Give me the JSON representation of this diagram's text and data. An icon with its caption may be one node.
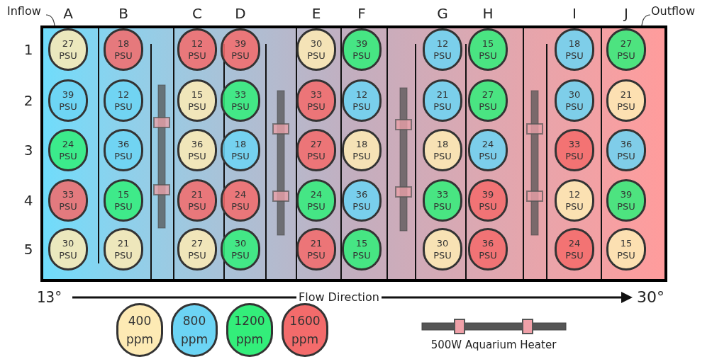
{
  "diagram": {
    "nodes": [
      {
        "text": [
          "Inflow"
        ]
      },
      {
        "text": [
          "Outflow"
        ]
      },
      {
        "text": [],
        "shape": "box"
      },
      {
        "text": [
          "27 PSU"
        ],
        "in": 2
      },
      {
        "text": [
          "18 PSU"
        ],
        "in": 2
      },
      {
        "text": [
          "12 PSU"
        ],
        "in": 2
      },
      {
        "text": [
          "39 PSU"
        ],
        "in": 2
      },
      {
        "text": [
          "30 PSU"
        ],
        "in": 2
      },
      {
        "text": [
          "39 PSU"
        ],
        "in": 2
      },
      {
        "text": [
          "12 PSU"
        ],
        "in": 2
      },
      {
        "text": [
          "15 PSU"
        ],
        "in": 2
      },
      {
        "text": [
          "18 PSU"
        ],
        "in": 2
      },
      {
        "text": [
          "27 PSU"
        ],
        "in": 2
      },
      {
        "text": [
          "39 PSU"
        ],
        "in": 2
      },
      {
        "text": [
          "12 PSU"
        ],
        "in": 2
      },
      {
        "text": [
          "15 PSU"
        ],
        "in": 2
      },
      {
        "text": [
          "33 PSU"
        ],
        "in": 2
      },
      {
        "text": [
          "33 PSU"
        ],
        "in": 2
      },
      {
        "text": [
          "12 PSU"
        ],
        "in": 2
      },
      {
        "text": [
          "21 PSU"
        ],
        "in": 2
      },
      {
        "text": [
          "27 PSU"
        ],
        "in": 2
      },
      {
        "text": [
          "30 PSU"
        ],
        "in": 2
      },
      {
        "text": [
          "21 PSU"
        ],
        "in": 2
      },
      {
        "text": [
          "24 PSU"
        ],
        "in": 2
      },
      {
        "text": [
          "36 PSU"
        ],
        "in": 2
      },
      {
        "text": [
          "36 PSU"
        ],
        "in": 2
      },
      {
        "text": [
          "18 PSU"
        ],
        "in": 2
      },
      {
        "text": [
          "27 PSU"
        ],
        "in": 2
      },
      {
        "text": [
          "18 PSU"
        ],
        "in": 2
      },
      {
        "text": [
          "18 PSU"
        ],
        "in": 2
      },
      {
        "text": [
          "24 PSU"
        ],
        "in": 2
      },
      {
        "text": [
          "33 PSU"
        ],
        "in": 2
      },
      {
        "text": [
          "36 PSU"
        ],
        "in": 2
      },
      {
        "text": [
          "33 PSU"
        ],
        "in": 2
      },
      {
        "text": [
          "15 PSU"
        ],
        "in": 2
      },
      {
        "text": [
          "21 PSU"
        ],
        "in": 2
      },
      {
        "text": [
          "24 PSU"
        ],
        "in": 2
      },
      {
        "text": [
          "24 PSU"
        ],
        "in": 2
      },
      {
        "text": [
          "36 PSU"
        ],
        "in": 2
      },
      {
        "text": [
          "33 PSU"
        ],
        "in": 2
      },
      {
        "text": [
          "39 PSU"
        ],
        "in": 2
      },
      {
        "text": [
          "12 PSU"
        ],
        "in": 2
      },
      {
        "text": [
          "39 PSU"
        ],
        "in": 2
      },
      {
        "text": [
          "30 PSU"
        ],
        "in": 2
      },
      {
        "text": [
          "21 PSU"
        ],
        "in": 2
      },
      {
        "text": [
          "27 PSU"
        ],
        "in": 2
      },
      {
        "text": [
          "30 PSU"
        ],
        "in": 2
      },
      {
        "text": [
          "21 PSU"
        ],
        "in": 2
      },
      {
        "text": [
          "15 PSU"
        ],
        "in": 2
      },
      {
        "text": [
          "30 PSU"
        ],
        "in": 2
      },
      {
        "text": [
          "36 PSU"
        ],
        "in": 2
      },
      {
        "text": [
          "24 PSU"
        ],
        "in": 2
      },
      {
        "text": [
          "15 PSU"
        ],
        "in": 2
      }
    ],
    "edges": [
      {
        "from": 0,
        "to": 2,
        "arrow": "none"
      },
      {
        "from": 1,
        "to": 2,
        "arrow": "none"
      }
    ],
    "labels": [
      "A",
      "B",
      "C",
      "D",
      "E",
      "F",
      "G",
      "H",
      "I",
      "J",
      "1",
      "2",
      "3",
      "4",
      "5",
      "13°",
      "Flow Direction",
      "30°"
    ],
    "legend": [
      {
        "text": "400 ppm",
        "color": "#fdeab4"
      },
      {
        "text": "800 ppm",
        "color": "#6cd4f4"
      },
      {
        "text": "1200 ppm",
        "color": "#33ee7a"
      },
      {
        "text": "1600 ppm",
        "color": "#f36b6b"
      },
      {
        "text": "500W Aquarium Heater"
      }
    ]
  }
}
